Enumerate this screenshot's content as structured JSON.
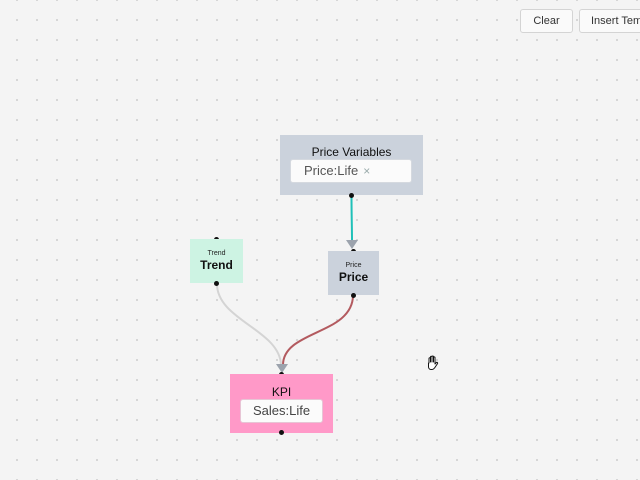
{
  "toolbar": {
    "clear_label": "Clear",
    "insert_label": "Insert Template"
  },
  "nodes": {
    "price_variables": {
      "title": "Price Variables",
      "chip": "Price:Life",
      "chip_close": "×"
    },
    "trend": {
      "subtitle": "Trend",
      "title": "Trend"
    },
    "price": {
      "subtitle": "Price",
      "title": "Price"
    },
    "kpi": {
      "title": "KPI",
      "chip": "Sales:Life"
    }
  },
  "colors": {
    "canvas": "#f4f4f4",
    "price_variables_bg": "#cbd2dc",
    "trend_bg": "#cdf3e3",
    "kpi_bg": "#ff99c8",
    "edge_teal": "#1fc0b8",
    "edge_red": "#b35a5f",
    "edge_gray": "#d4d4d4"
  },
  "cursor_icon": "grab-hand-icon"
}
